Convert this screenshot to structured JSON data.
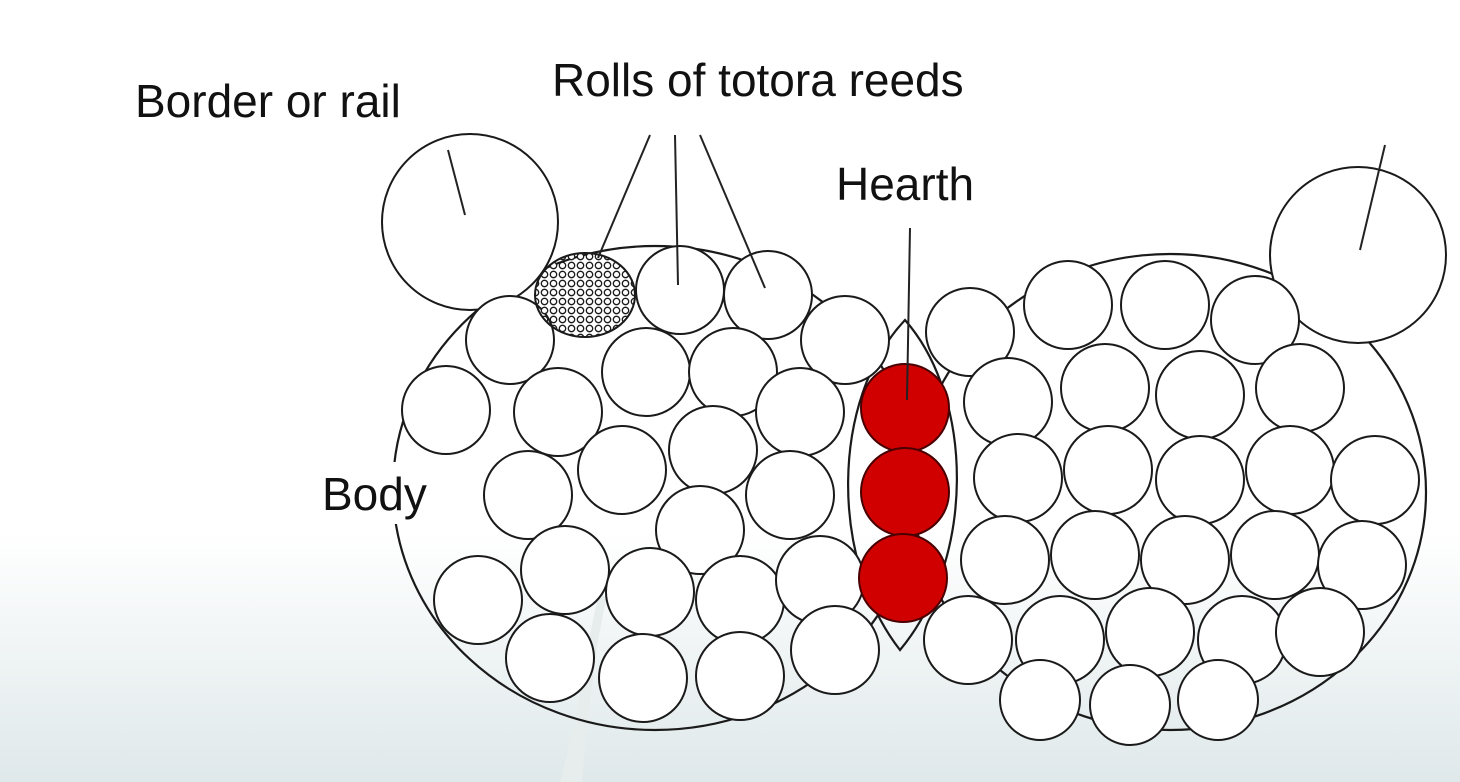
{
  "labels": {
    "border": "Border or rail",
    "rolls": "Rolls of totora reeds",
    "hearth": "Hearth",
    "body": "Body"
  },
  "colors": {
    "hearth_fill": "#d10000",
    "line": "#1a1a1a"
  }
}
